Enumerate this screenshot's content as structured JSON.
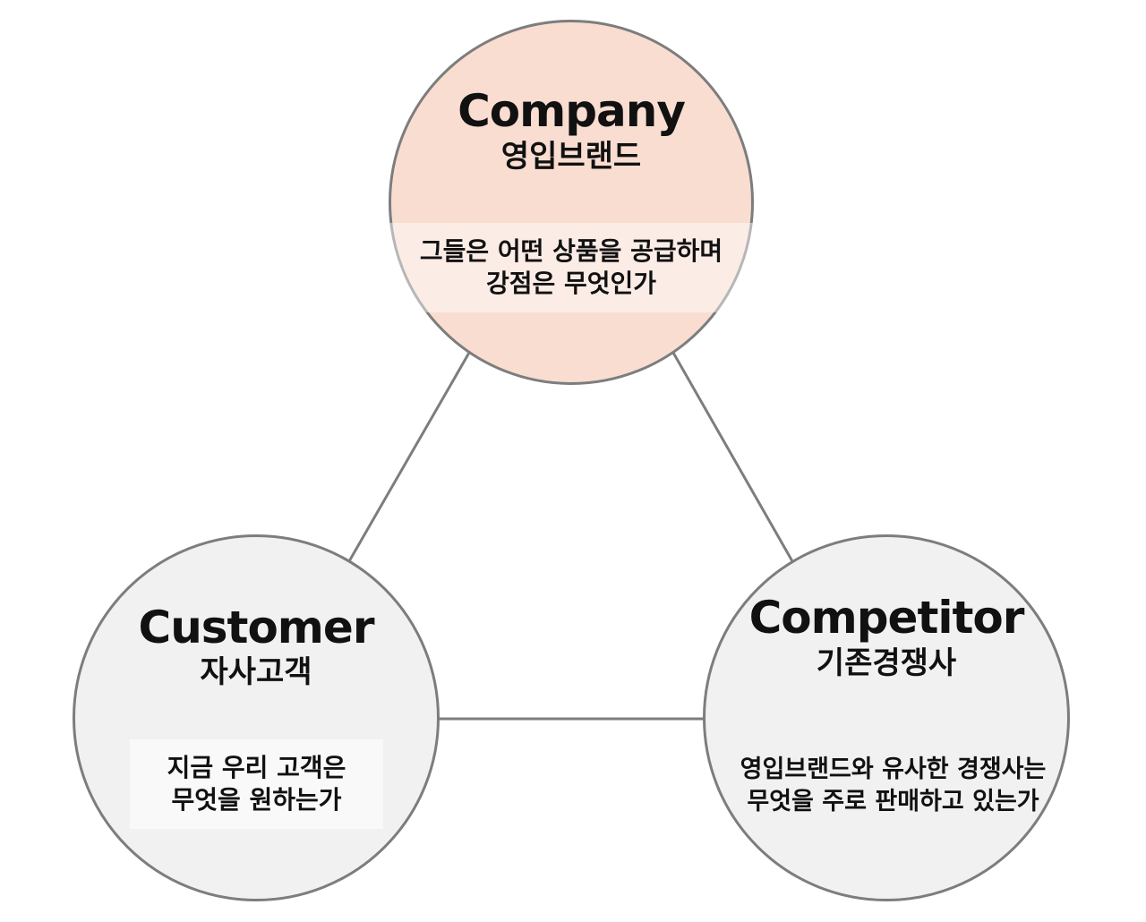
{
  "nodes": {
    "company": {
      "title": "Company",
      "subtitle": "영입브랜드",
      "desc_line1": "그들은 어떤 상품을 공급하며",
      "desc_line2": "강점은 무엇인가",
      "fill": "#f9ddd1"
    },
    "customer": {
      "title": "Customer",
      "subtitle": "자사고객",
      "desc_line1": "지금 우리 고객은",
      "desc_line2": "무엇을 원하는가",
      "fill": "#f1f1f1"
    },
    "competitor": {
      "title": "Competitor",
      "subtitle": "기존경쟁사",
      "desc_line1": "영입브랜드와 유사한 경쟁사는",
      "desc_line2": "무엇을 주로 판매하고 있는가",
      "fill": "#f1f1f1"
    }
  },
  "colors": {
    "outline": "#7d7d7d",
    "connector": "#7d7d7d"
  }
}
